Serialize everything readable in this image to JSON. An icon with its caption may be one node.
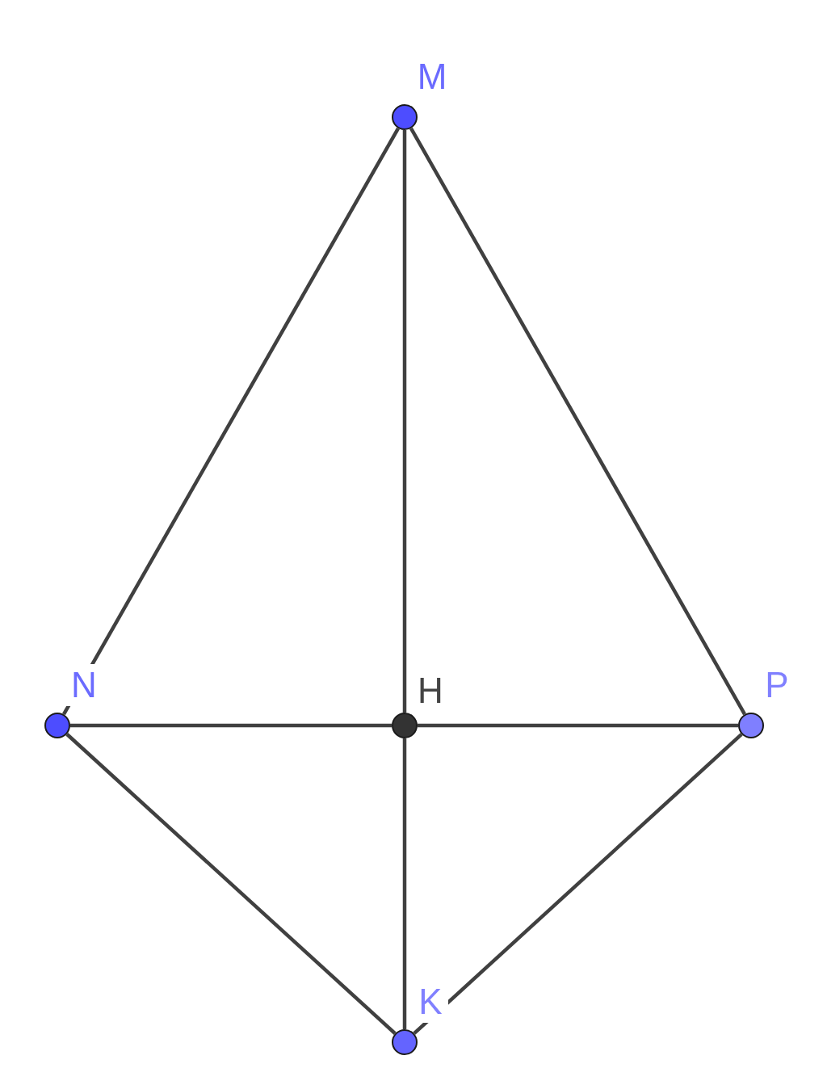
{
  "diagram": {
    "nodes": [
      {
        "text": [
          "M"
        ]
      },
      {
        "text": [
          "N"
        ]
      },
      {
        "text": [
          "H"
        ]
      },
      {
        "text": [
          "P"
        ]
      },
      {
        "text": [
          "K"
        ]
      }
    ],
    "edges": [
      {
        "from": 0,
        "to": 1,
        "arrow": "none"
      },
      {
        "from": 0,
        "to": 3,
        "arrow": "none"
      },
      {
        "from": 0,
        "to": 2,
        "arrow": "none"
      },
      {
        "from": 1,
        "to": 2,
        "arrow": "none"
      },
      {
        "from": 2,
        "to": 3,
        "arrow": "none"
      },
      {
        "from": 2,
        "to": 4,
        "arrow": "none"
      },
      {
        "from": 1,
        "to": 4,
        "arrow": "none"
      },
      {
        "from": 3,
        "to": 4,
        "arrow": "none"
      }
    ]
  }
}
